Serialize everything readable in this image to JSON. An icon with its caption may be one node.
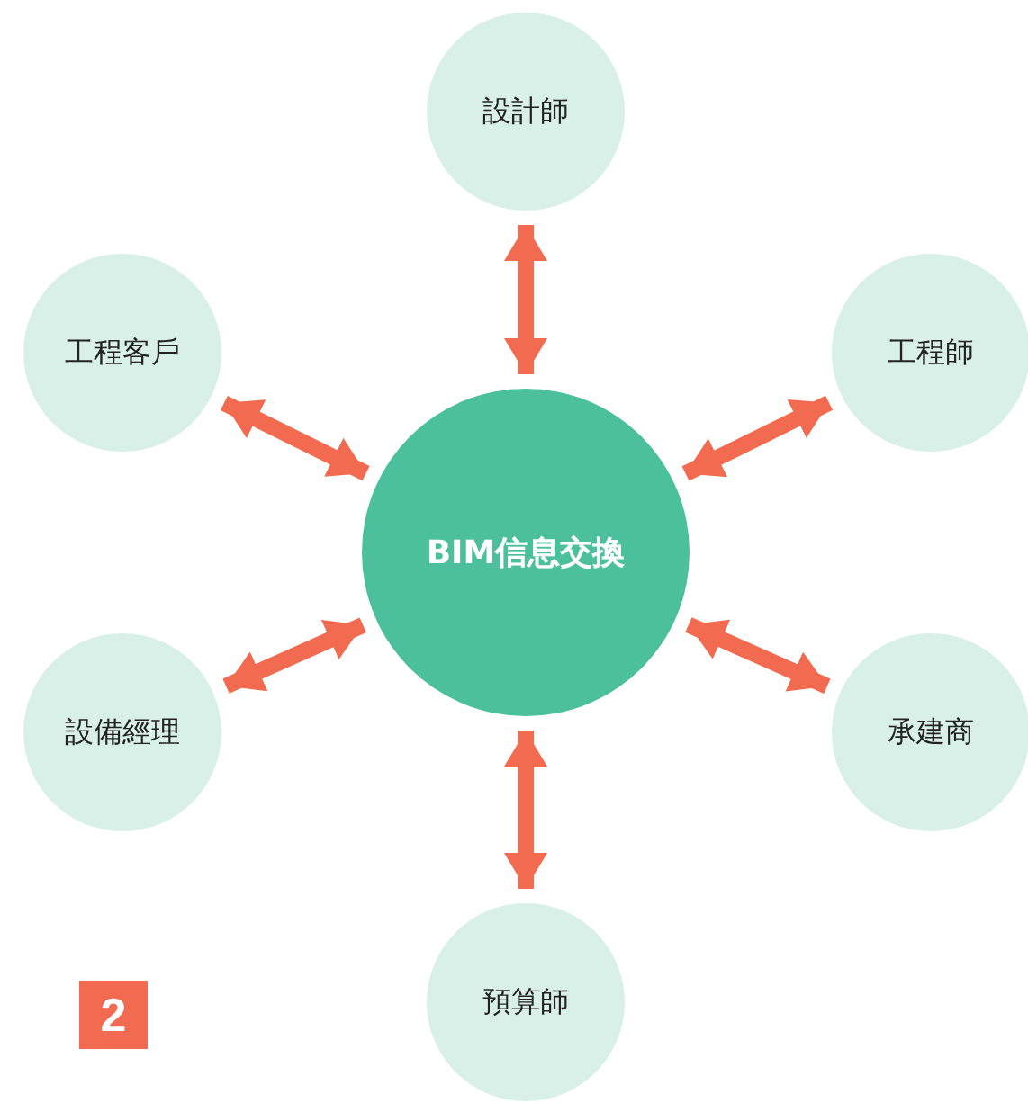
{
  "diagram": {
    "nodes": [
      {
        "text": [
          "設計師"
        ]
      },
      {
        "text": [
          "工程客戶"
        ]
      },
      {
        "text": [
          "工程師"
        ]
      },
      {
        "text": [
          "BIM信息交換"
        ]
      },
      {
        "text": [
          "設備經理"
        ]
      },
      {
        "text": [
          "承建商"
        ]
      },
      {
        "text": [
          "預算師"
        ]
      }
    ],
    "edges": [
      {
        "from": 3,
        "to": 0,
        "arrow": "both"
      },
      {
        "from": 3,
        "to": 1,
        "arrow": "both"
      },
      {
        "from": 3,
        "to": 2,
        "arrow": "both"
      },
      {
        "from": 3,
        "to": 4,
        "arrow": "both"
      },
      {
        "from": 3,
        "to": 5,
        "arrow": "both"
      },
      {
        "from": 3,
        "to": 6,
        "arrow": "both"
      }
    ],
    "labels": [
      "2"
    ]
  }
}
